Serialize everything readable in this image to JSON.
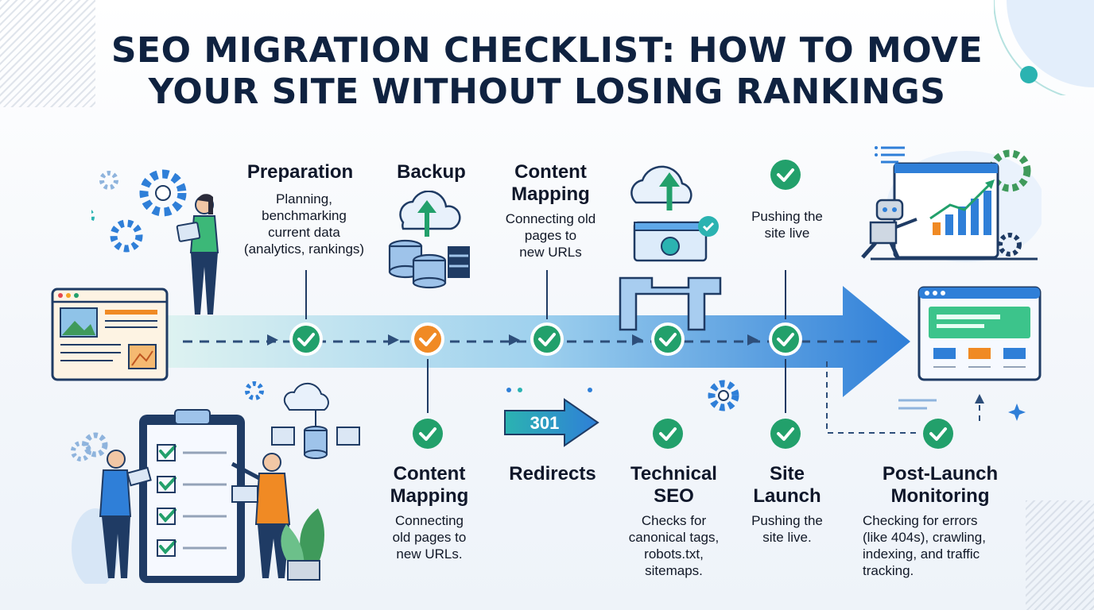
{
  "title": {
    "line1": "SEO MIGRATION CHECKLIST: HOW TO MOVE",
    "line2": "YOUR SITE WITHOUT LOSING RANKINGS"
  },
  "colors": {
    "title": "#0f2240",
    "check_green": "#22a06b",
    "check_orange": "#f08a24",
    "arrow_blue": "#2f7fd8"
  },
  "top_steps": [
    {
      "label": "Preparation",
      "desc_lines": [
        "Planning,",
        "benchmarking",
        "current data",
        "(analytics, rankings)"
      ]
    },
    {
      "label": "Backup",
      "desc_lines": []
    },
    {
      "label_lines": [
        "Content",
        "Mapping"
      ],
      "desc_lines": [
        "Connecting old",
        "pages to",
        "new URLs"
      ]
    },
    {
      "label": "",
      "desc_lines": [
        "Pushing the",
        "site live"
      ]
    }
  ],
  "bottom_steps": [
    {
      "label_lines": [
        "Content",
        "Mapping"
      ],
      "desc_lines": [
        "Connecting",
        "old pages to",
        "new URLs."
      ]
    },
    {
      "label": "Redirects",
      "badge": "301",
      "desc_lines": []
    },
    {
      "label_lines": [
        "Technical",
        "SEO"
      ],
      "desc_lines": [
        "Checks for",
        "canonical tags,",
        "robots.txt,",
        "sitemaps."
      ]
    },
    {
      "label_lines": [
        "Site",
        "Launch"
      ],
      "desc_lines": [
        "Pushing the",
        "site live."
      ]
    },
    {
      "label_lines": [
        "Post-Launch",
        "Monitoring"
      ],
      "desc_lines": [
        "Checking for errors",
        "(like 404s), crawling,",
        "indexing, and traffic",
        "tracking."
      ]
    }
  ]
}
